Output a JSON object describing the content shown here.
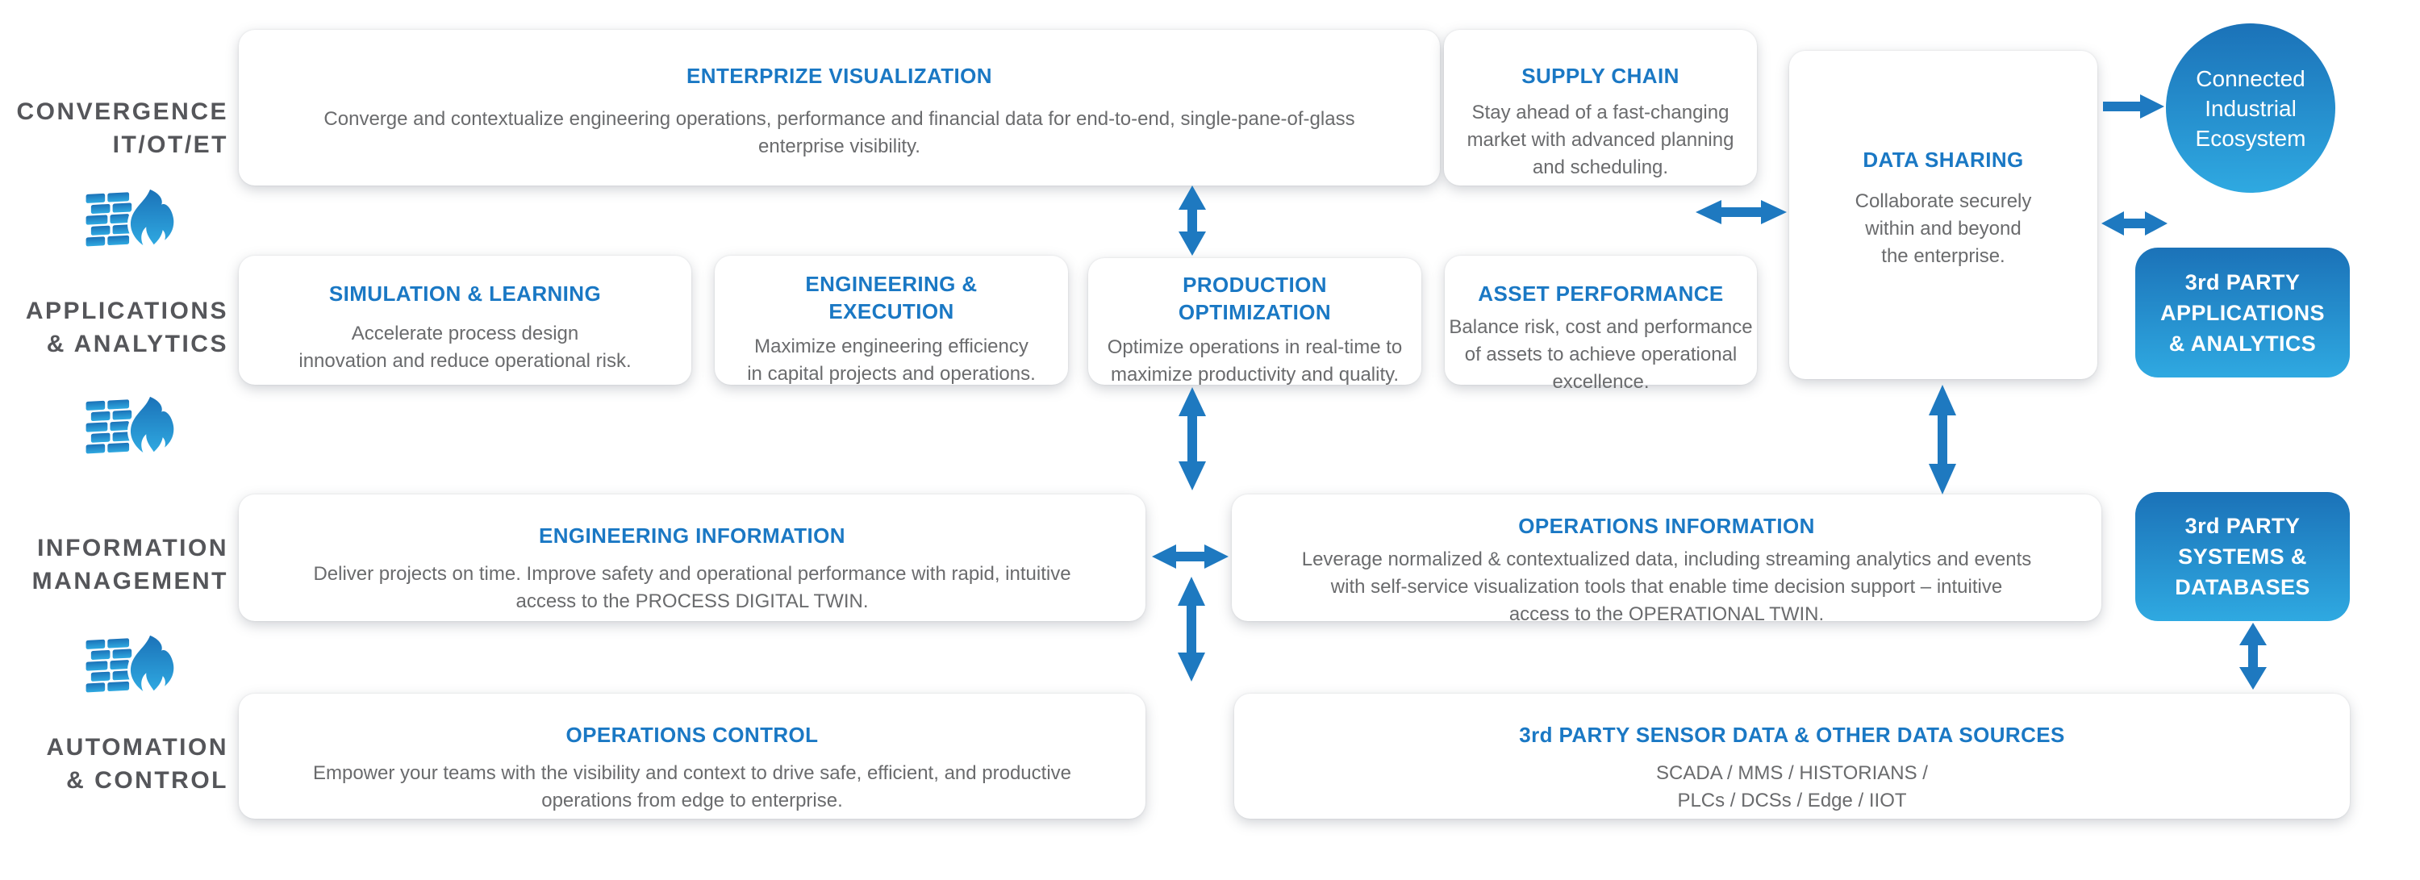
{
  "colors": {
    "accent_blue": "#1e79c0",
    "title_blue": "#1a78c4",
    "body_gray": "#6a6b6d",
    "label_gray": "#55565a",
    "gradient_top": "#1b72b8",
    "gradient_bottom": "#2fa9e1"
  },
  "layers": {
    "convergence": "CONVERGENCE\nIT/OT/ET",
    "applications": "APPLICATIONS\n& ANALYTICS",
    "information": "INFORMATION\nMANAGEMENT",
    "automation": "AUTOMATION\n& CONTROL"
  },
  "divider_icons": [
    "firewall-flame-icon",
    "firewall-flame-icon",
    "firewall-flame-icon"
  ],
  "cards": {
    "enterprise_visualization": {
      "title": "ENTERPRIZE VISUALIZATION",
      "body": "Converge and contextualize engineering operations, performance and financial data for end-to-end, single-pane-of-glass\nenterprise visibility."
    },
    "supply_chain": {
      "title": "SUPPLY CHAIN",
      "body": "Stay ahead of a fast-changing\nmarket with advanced planning\nand scheduling."
    },
    "data_sharing": {
      "title": "DATA SHARING",
      "body": "Collaborate securely\nwithin and beyond\nthe enterprise."
    },
    "simulation_learning": {
      "title": "SIMULATION & LEARNING",
      "body": "Accelerate process design\ninnovation and reduce operational risk."
    },
    "engineering_execution": {
      "title": "ENGINEERING &\nEXECUTION",
      "body": "Maximize engineering efficiency\nin capital projects and operations."
    },
    "production_optimization": {
      "title": "PRODUCTION\nOPTIMIZATION",
      "body": "Optimize operations in real-time to\nmaximize productivity and quality."
    },
    "asset_performance": {
      "title": "ASSET PERFORMANCE",
      "body": "Balance risk, cost and performance\nof assets to achieve operational\nexcellence."
    },
    "engineering_information": {
      "title": "ENGINEERING INFORMATION",
      "body": "Deliver projects on time. Improve safety and operational performance with rapid, intuitive\naccess to the PROCESS DIGITAL TWIN."
    },
    "operations_information": {
      "title": "OPERATIONS INFORMATION",
      "body": "Leverage normalized & contextualized data, including streaming analytics and events\nwith self-service visualization tools that enable time decision support – intuitive\naccess to the OPERATIONAL TWIN."
    },
    "operations_control": {
      "title": "OPERATIONS CONTROL",
      "body": "Empower your teams with the visibility and context to drive safe, efficient, and productive\noperations from edge to enterprise."
    },
    "sensor_data": {
      "title": "3rd PARTY SENSOR DATA & OTHER DATA SOURCES",
      "body": "SCADA / MMS / HISTORIANS /\nPLCs / DCSs / Edge / IIOT"
    }
  },
  "nodes": {
    "connected_ecosystem": {
      "label": "Connected\nIndustrial\nEcosystem"
    },
    "third_party_apps": {
      "label": "3rd PARTY\nAPPLICATIONS\n& ANALYTICS"
    },
    "third_party_systems": {
      "label": "3rd PARTY\nSYSTEMS &\nDATABASES"
    }
  }
}
